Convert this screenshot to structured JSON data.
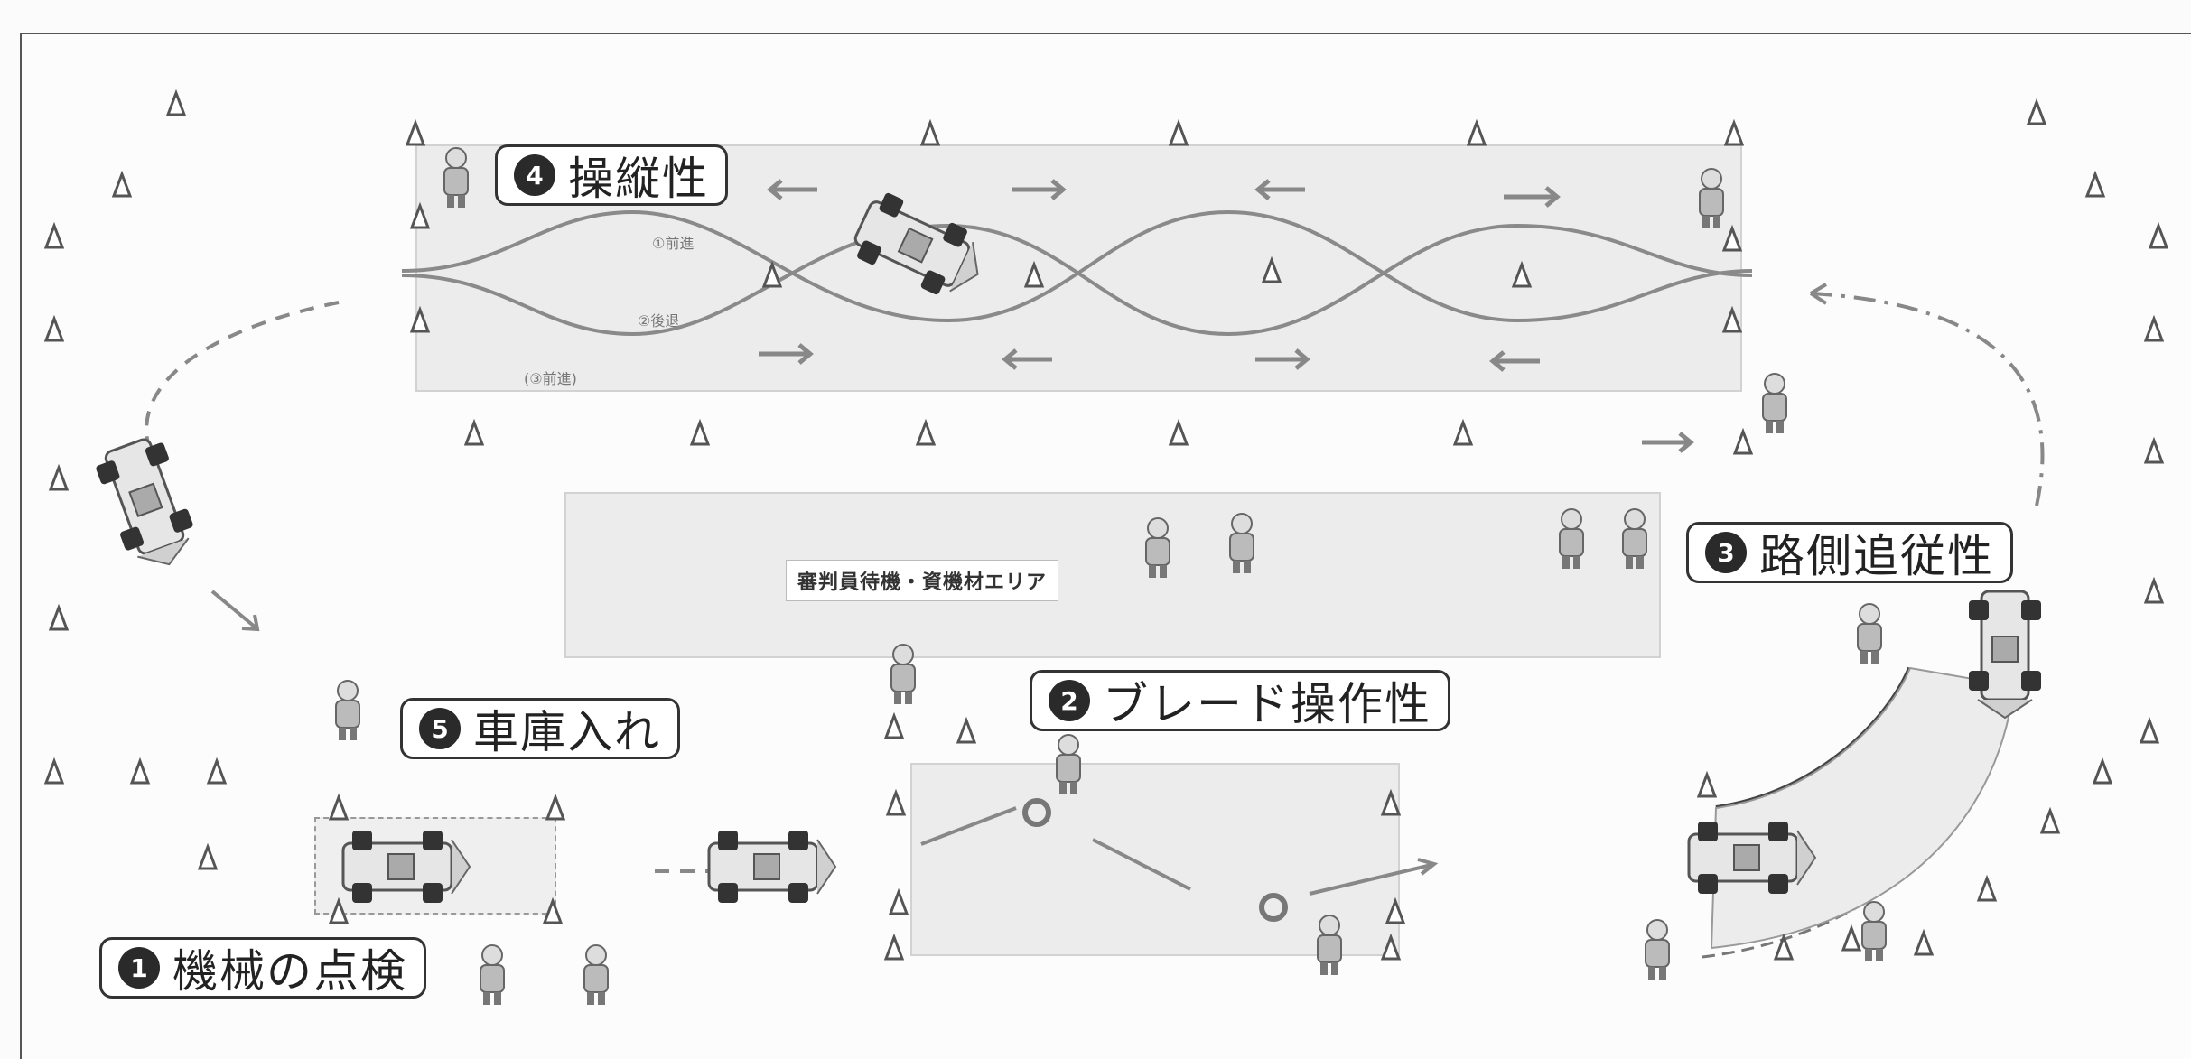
{
  "stations": [
    {
      "num": "4",
      "label": "操縦性"
    },
    {
      "num": "3",
      "label": "路側追従性"
    },
    {
      "num": "5",
      "label": "車庫入れ"
    },
    {
      "num": "2",
      "label": "ブレード操作性"
    },
    {
      "num": "1",
      "label": "機械の点検"
    }
  ],
  "areas": {
    "storage_label": "審判員待機・資機材エリア",
    "lane_labels": [
      "①前進",
      "②後退",
      "(③前進)"
    ]
  },
  "colors": {
    "cone": "#555555",
    "area_fill": "#ececec",
    "path": "#8a8a8a",
    "badge": "#2a2a2a"
  }
}
